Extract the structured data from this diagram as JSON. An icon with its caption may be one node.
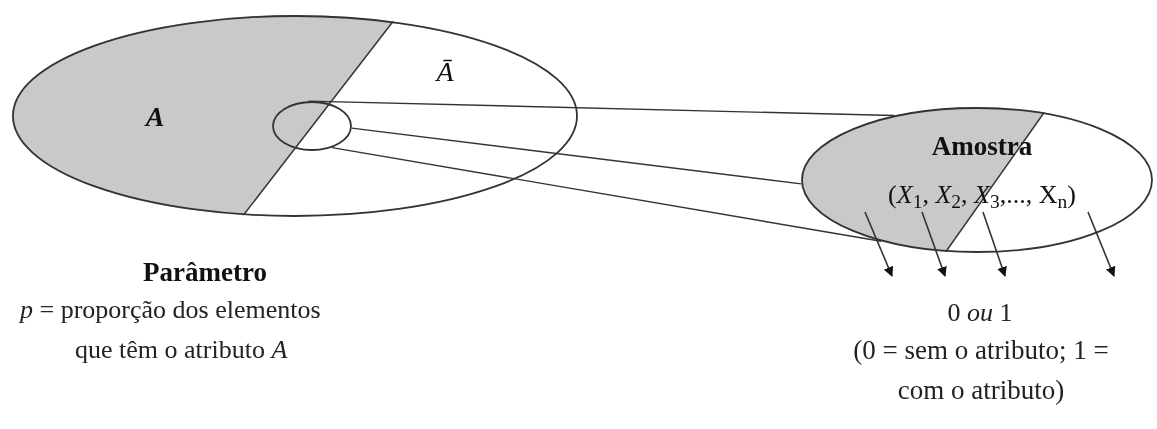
{
  "diagram": {
    "nodes": [
      {
        "text": [
          "A",
          "Ā"
        ],
        "beside": [
          "Parâmetro",
          "*p* = proporção dos elementos que têm o atributo *A*"
        ]
      },
      {
        "text": [],
        "shape": "circle",
        "in": 0
      },
      {
        "text": [
          "Amostra",
          "(*X*$_{1}$, *X*$_{2}$, *X*$_{3}$,..., X$_{n}$)"
        ],
        "beside": [
          "0 *ou* 1",
          "(0 = sem o atributo; 1 = com o atributo)"
        ]
      }
    ],
    "edges": [
      {
        "from": 1,
        "to": 2,
        "arrow": "none"
      },
      {
        "from": 1,
        "to": 2,
        "arrow": "none"
      },
      {
        "from": 1,
        "to": 2,
        "arrow": "none"
      },
      {
        "from": 2,
        "to": null,
        "arrow": "to"
      },
      {
        "from": 2,
        "to": null,
        "arrow": "to"
      },
      {
        "from": 2,
        "to": null,
        "arrow": "to"
      },
      {
        "from": 2,
        "to": null,
        "arrow": "to"
      }
    ]
  }
}
